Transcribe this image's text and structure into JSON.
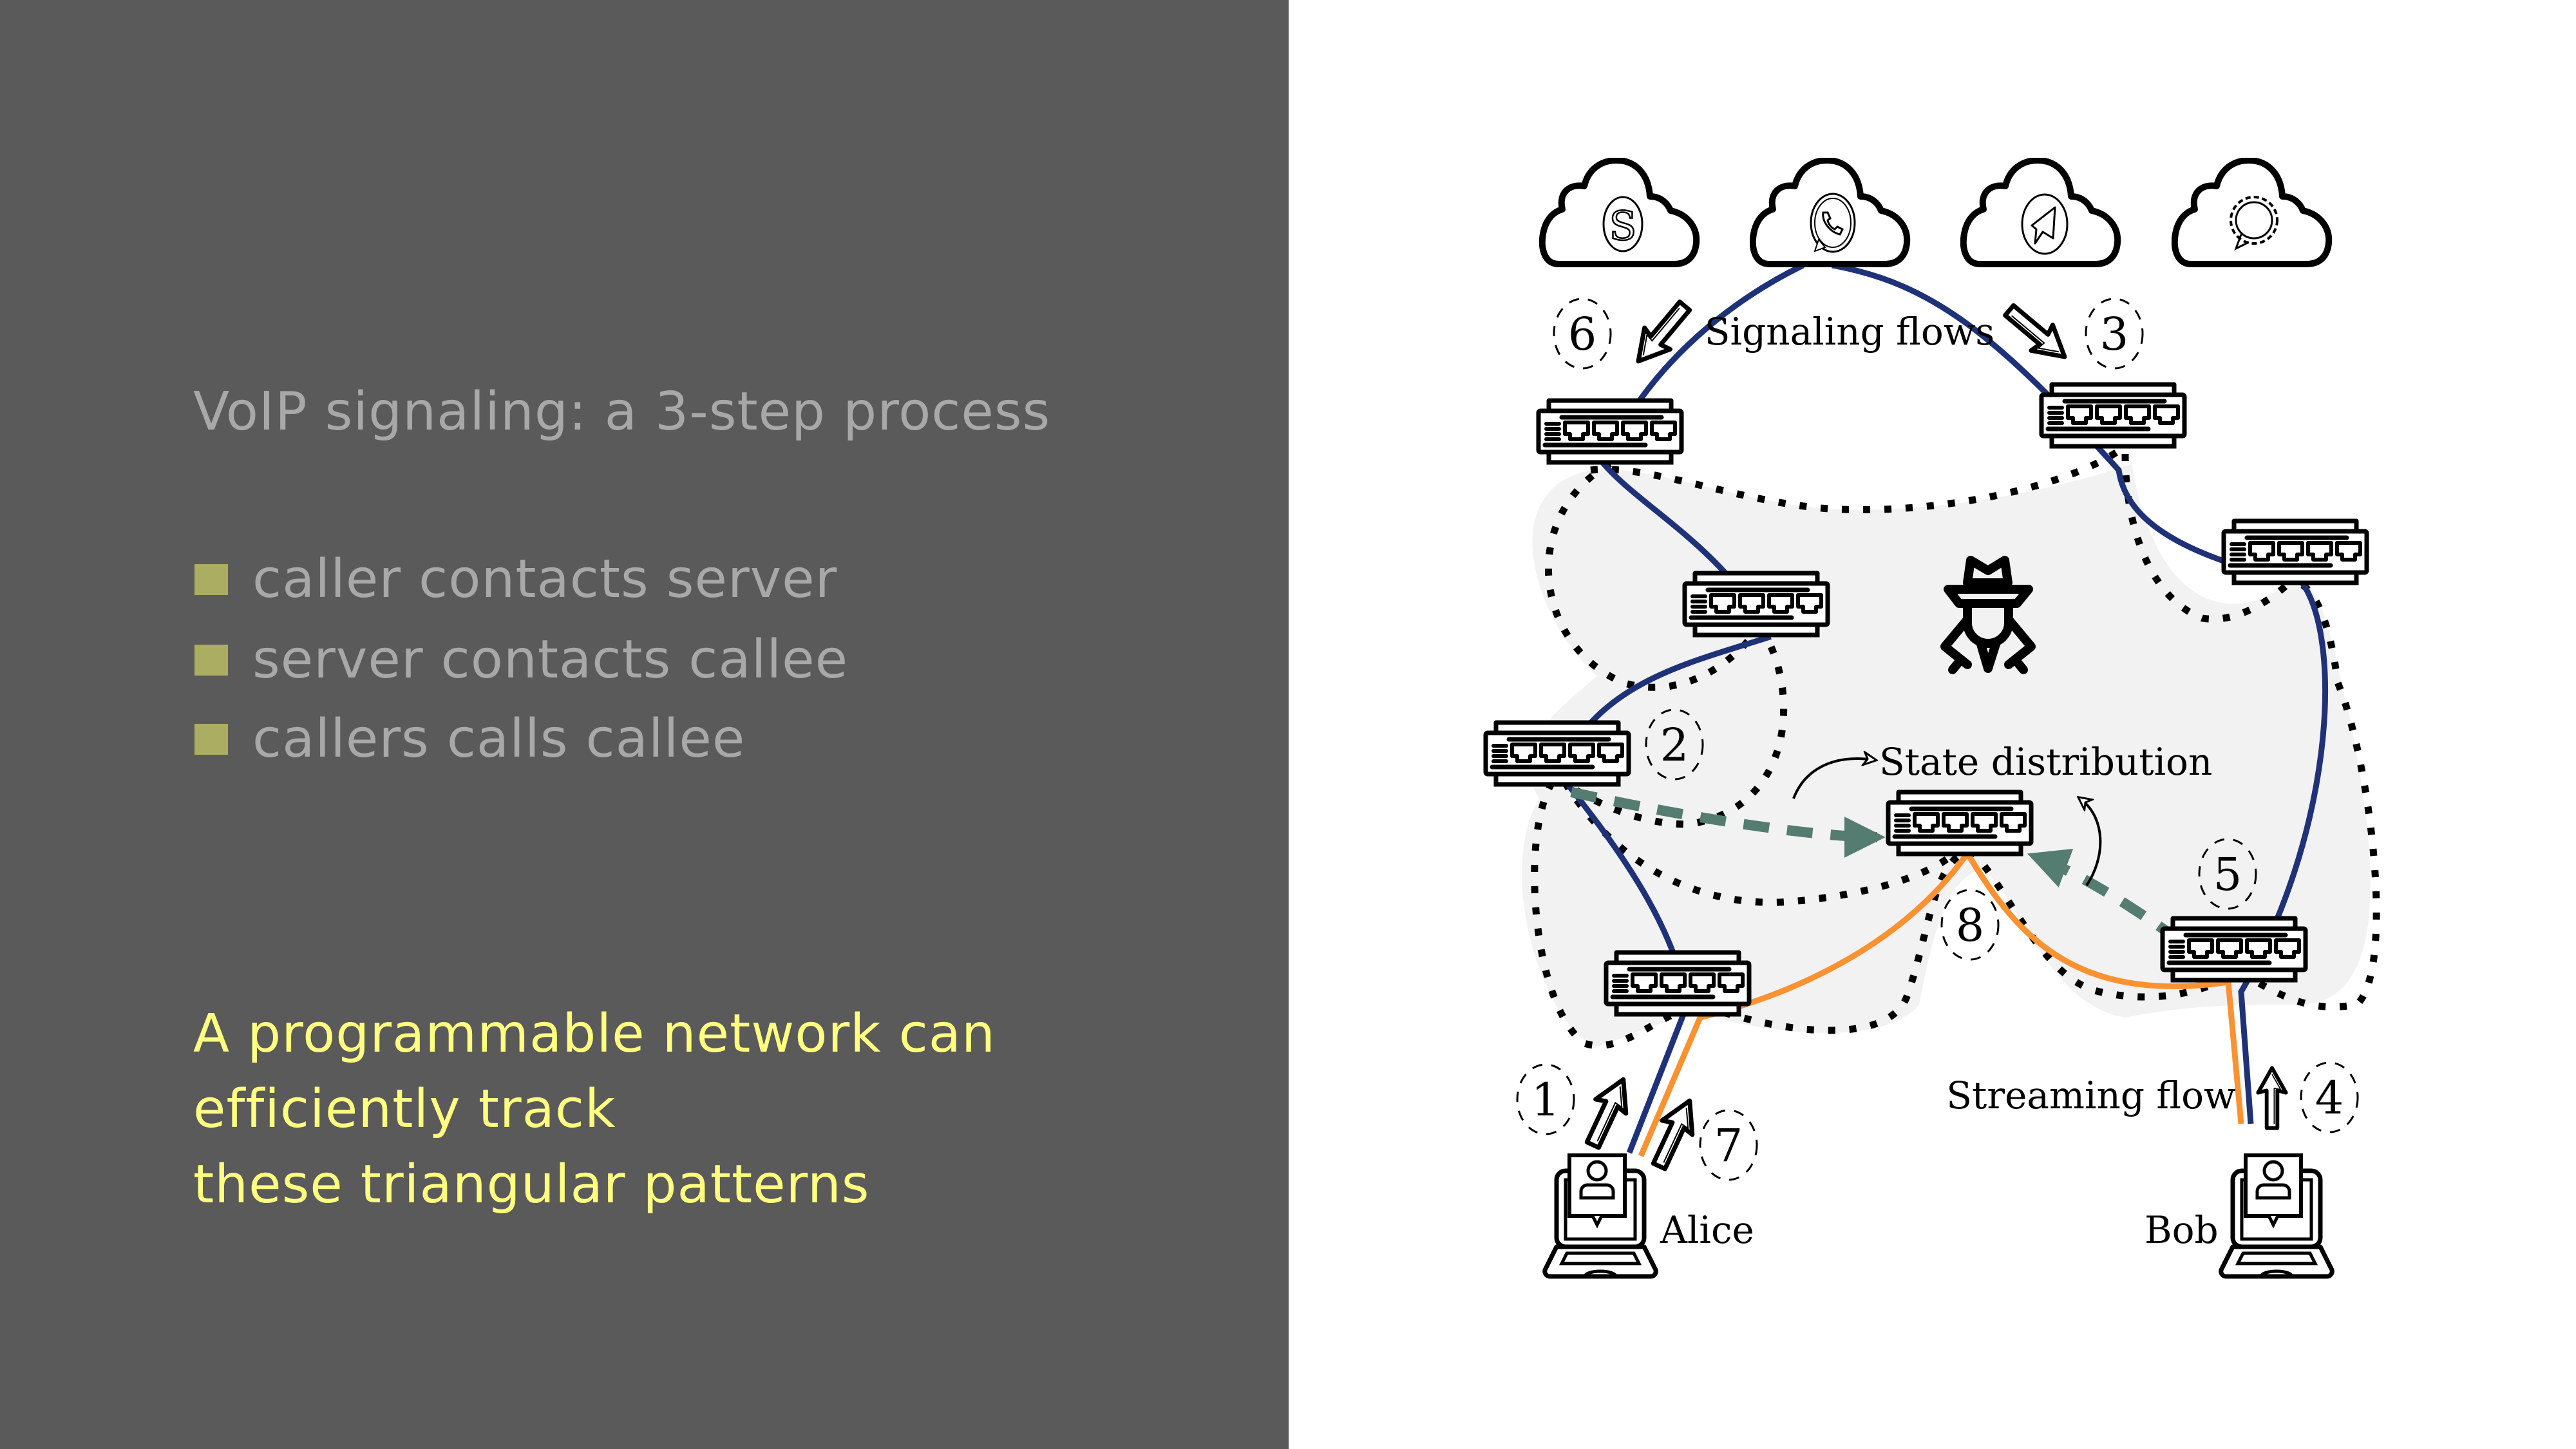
{
  "slide": {
    "title": "VoIP signaling: a 3-step process",
    "bullets": [
      "caller contacts server",
      "server contacts callee",
      "callers calls callee"
    ],
    "highlight_lines": [
      "A programmable network can",
      "efficiently track",
      "these triangular patterns"
    ],
    "colors": {
      "panel_bg": "#5a5a5a",
      "title_text": "#a8a8a8",
      "bullet_square": "#aaad62",
      "highlight_text": "#ffff80"
    }
  },
  "diagram": {
    "cloud_services": [
      {
        "name": "skype",
        "icon": "skype-icon"
      },
      {
        "name": "whatsapp",
        "icon": "whatsapp-icon"
      },
      {
        "name": "telegram",
        "icon": "telegram-icon"
      },
      {
        "name": "signal",
        "icon": "signal-icon"
      }
    ],
    "labels": {
      "signaling": "Signaling flows",
      "state": "State distribution",
      "streaming": "Streaming flow",
      "alice": "Alice",
      "bob": "Bob"
    },
    "step_markers": [
      "1",
      "2",
      "3",
      "4",
      "5",
      "6",
      "7",
      "8"
    ],
    "colors": {
      "signaling_flow": "#1f3278",
      "streaming_flow": "#fa9232",
      "state_distribution": "#557c70",
      "network_region": "#f2f2f2"
    }
  }
}
